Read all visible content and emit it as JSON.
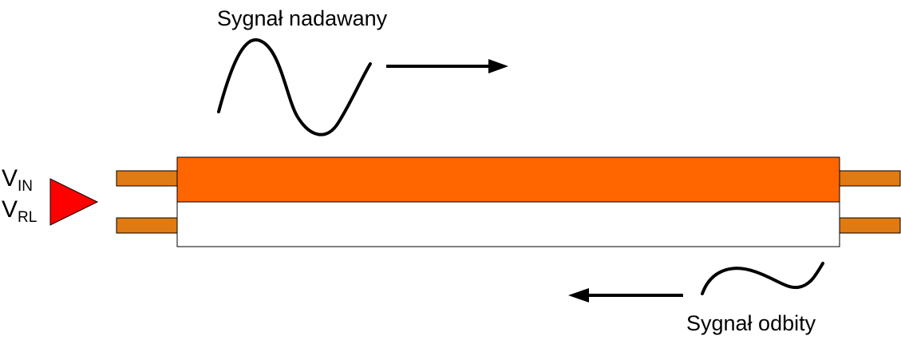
{
  "labels": {
    "transmitted_signal": "Sygnał nadawany",
    "reflected_signal": "Sygnał odbity",
    "v_in": {
      "main": "V",
      "sub": "IN"
    },
    "v_rl": {
      "main": "V",
      "sub": "RL"
    }
  },
  "colors": {
    "cable_top": "#ff6600",
    "cable_bottom": "#ffffff",
    "conductor": "#e07a12",
    "source_triangle": "#ff0000",
    "stroke": "#000000"
  }
}
